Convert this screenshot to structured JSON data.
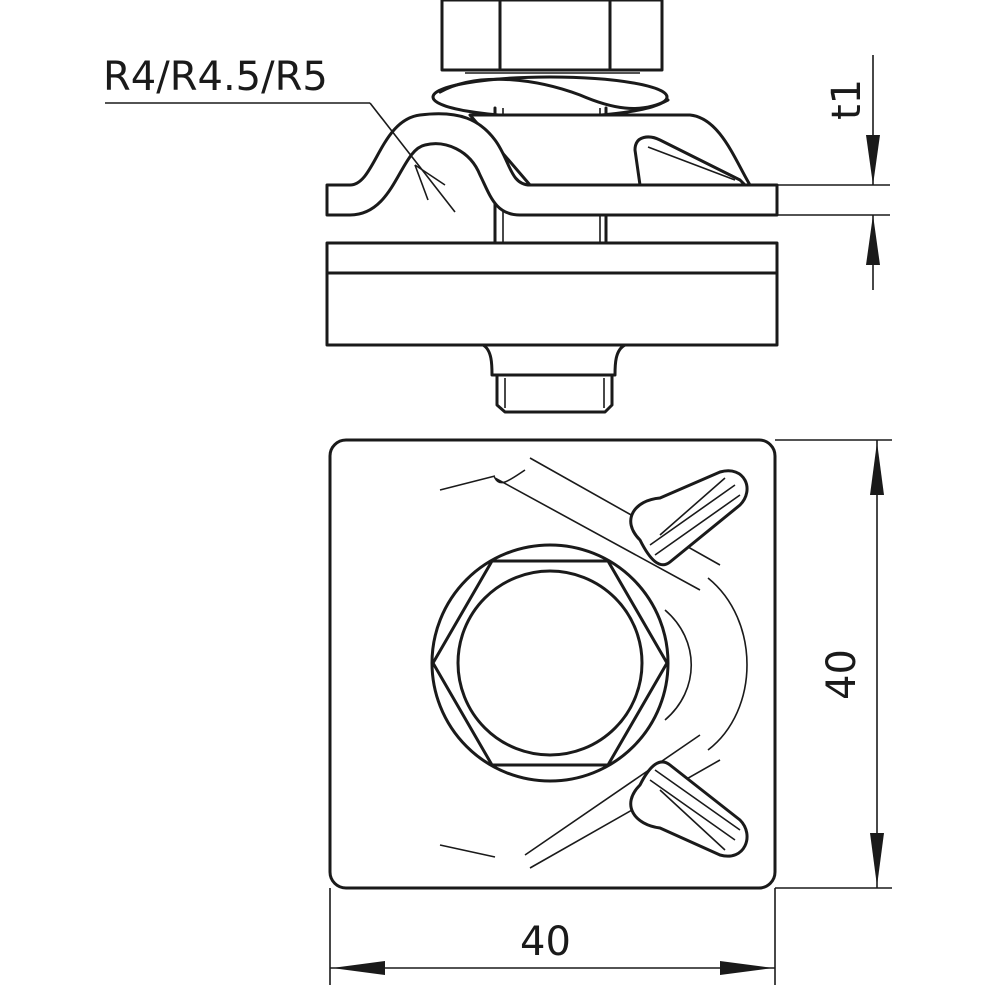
{
  "labels": {
    "radius": "R4/R4.5/R5",
    "thickness": "t1",
    "height_dim": "40",
    "width_dim": "40"
  },
  "colors": {
    "line": "#1a1a1a",
    "background": "#ffffff"
  }
}
